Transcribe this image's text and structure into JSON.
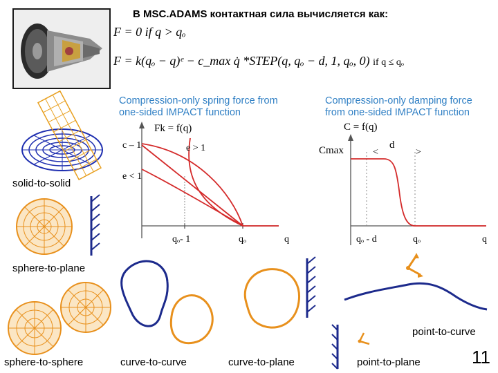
{
  "header": {
    "title": "В MSC.ADAMS контактная сила вычисляется как:",
    "formula1": "F = 0  if q > qₒ",
    "formula2_main": "F = k(qₒ − q)ᵉ − c_max q̇ *STEP(q, qₒ − d, 1, qₒ, 0)",
    "formula2_cond": "if q ≤ qₒ"
  },
  "spring_chart": {
    "caption_line1": "Compression-only spring force from",
    "caption_line2": "one-sided IMPACT function",
    "y_label": "Fk = f(q)",
    "label_c1": "c – 1",
    "label_e_gt": "e > 1",
    "label_e_lt": "e < 1",
    "tick_q0_minus_1": "qₒ- 1",
    "tick_q0": "qₒ",
    "axis_q": "q"
  },
  "damping_chart": {
    "caption_line1": "Compression-only damping force",
    "caption_line2": "from one-sided IMPACT function",
    "y_label": "C = f(q)",
    "cmax": "Cmax",
    "lt": "<",
    "d": "d",
    "gt": ">",
    "tick_q0_minus_d": "qₒ - d",
    "tick_q0": "qₒ",
    "axis_q": "q"
  },
  "labels": {
    "solid_to_solid": "solid-to-solid",
    "sphere_to_plane": "sphere-to-plane",
    "sphere_to_sphere": "sphere-to-sphere",
    "curve_to_curve": "curve-to-curve",
    "curve_to_plane": "curve-to-plane",
    "point_to_curve": "point-to-curve",
    "point_to_plane": "point-to-plane"
  },
  "page_number": "11",
  "colors": {
    "curve_red": "#d42a2a",
    "caption_blue": "#2f7fc4",
    "contact_navy": "#1c2a8c",
    "sphere_orange": "#e8901c",
    "axis_gray": "#555555"
  }
}
